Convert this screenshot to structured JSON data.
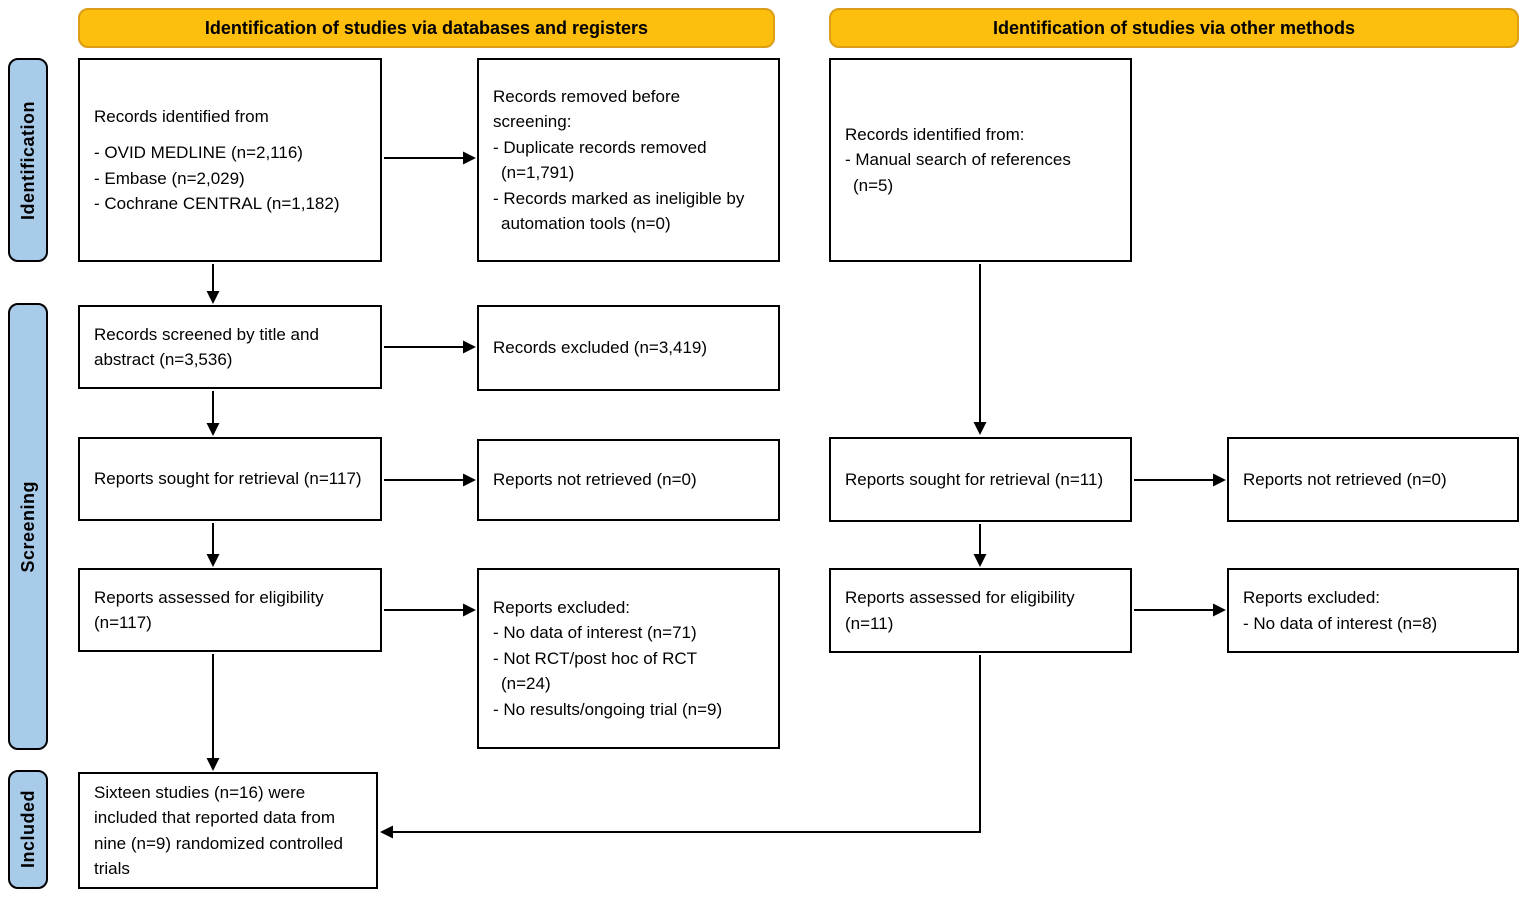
{
  "colors": {
    "header-bg": "#FDBE0D",
    "header-border": "#DC9E16",
    "sidebar-bg": "#A9CBEA",
    "box-border": "#000000",
    "page-bg": "#FFFFFF"
  },
  "headers": {
    "databases": "Identification of studies via databases and registers",
    "other_methods": "Identification of studies via other methods"
  },
  "sidebar": {
    "identification": "Identification",
    "screening": "Screening",
    "included": "Included"
  },
  "boxes": {
    "records_identified_db": {
      "lines": [
        "Records identified from",
        "- OVID MEDLINE (n=2,116)",
        "- Embase (n=2,029)",
        "- Cochrane CENTRAL (n=1,182)"
      ]
    },
    "records_removed": {
      "lines": [
        "Records removed before",
        "screening:",
        "- Duplicate records removed",
        "(n=1,791)",
        "- Records marked as ineligible by",
        "automation tools (n=0)"
      ]
    },
    "records_identified_other": {
      "lines": [
        "Records identified from:",
        "- Manual search of references",
        "(n=5)"
      ]
    },
    "records_screened": {
      "text": "Records screened by title and abstract (n=3,536)"
    },
    "records_excluded": {
      "text": "Records excluded (n=3,419)"
    },
    "reports_sought_db": {
      "text": "Reports sought for retrieval (n=117)"
    },
    "reports_not_retrieved_db": {
      "text": "Reports not retrieved (n=0)"
    },
    "reports_assessed_db": {
      "text": "Reports assessed for eligibility (n=117)"
    },
    "reports_excluded_db": {
      "lines": [
        "Reports excluded:",
        "- No data of interest (n=71)",
        "- Not RCT/post hoc of RCT",
        "(n=24)",
        "- No results/ongoing trial (n=9)"
      ]
    },
    "reports_sought_other": {
      "text": "Reports sought for retrieval (n=11)"
    },
    "reports_not_retrieved_other": {
      "text": "Reports not retrieved (n=0)"
    },
    "reports_assessed_other": {
      "text": "Reports assessed for eligibility (n=11)"
    },
    "reports_excluded_other": {
      "lines": [
        "Reports excluded:",
        "- No data of interest (n=8)"
      ]
    },
    "included_studies": {
      "text": "Sixteen studies (n=16) were included that reported data from nine (n=9) randomized controlled trials"
    }
  }
}
